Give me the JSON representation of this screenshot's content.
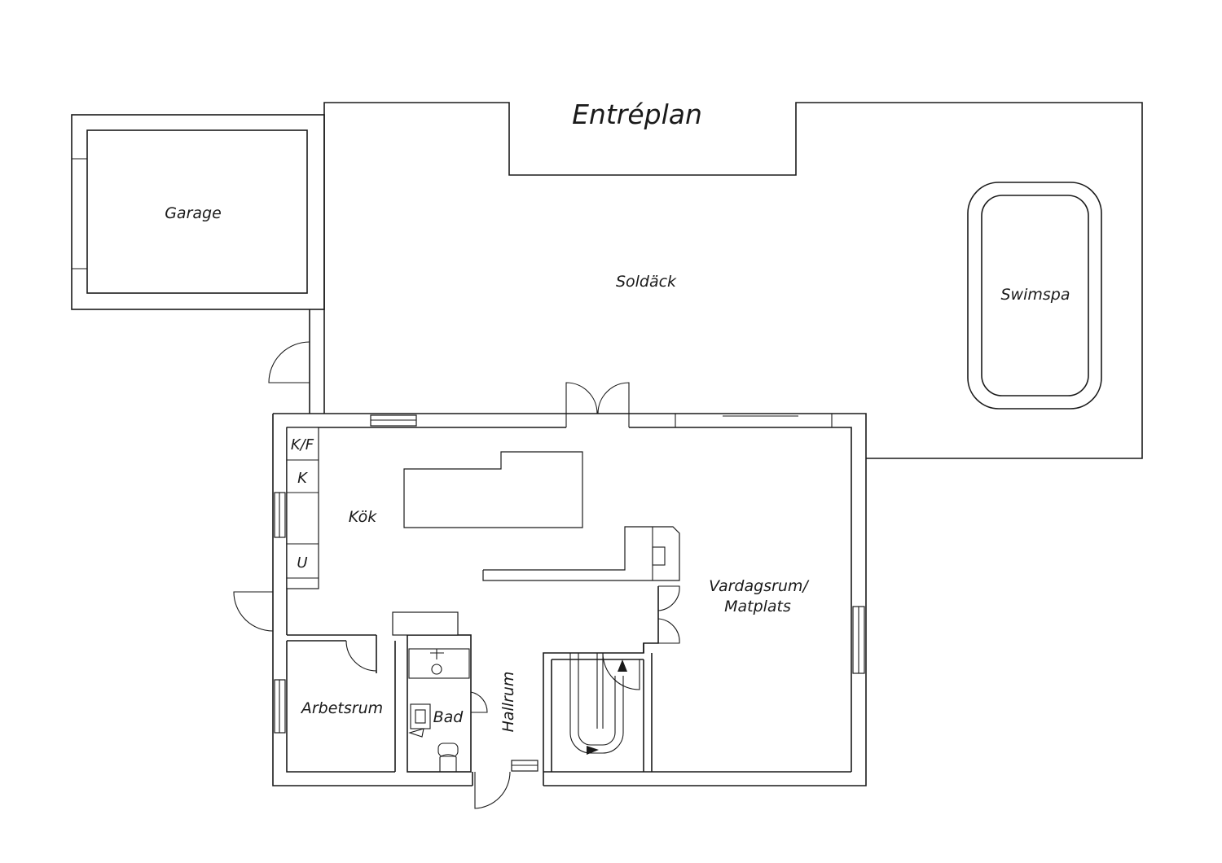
{
  "title": "Entréplan",
  "rooms": {
    "garage": "Garage",
    "soldack": "Soldäck",
    "swimspa": "Swimspa",
    "kok": "Kök",
    "vardagsrum_line1": "Vardagsrum/",
    "vardagsrum_line2": "Matplats",
    "arbetsrum": "Arbetsrum",
    "bad": "Bad",
    "hallrum": "Hallrum"
  },
  "appliances": {
    "kf": "K/F",
    "k": "K",
    "u": "U"
  },
  "colors": {
    "line": "#1a1a1a",
    "background": "#ffffff"
  }
}
